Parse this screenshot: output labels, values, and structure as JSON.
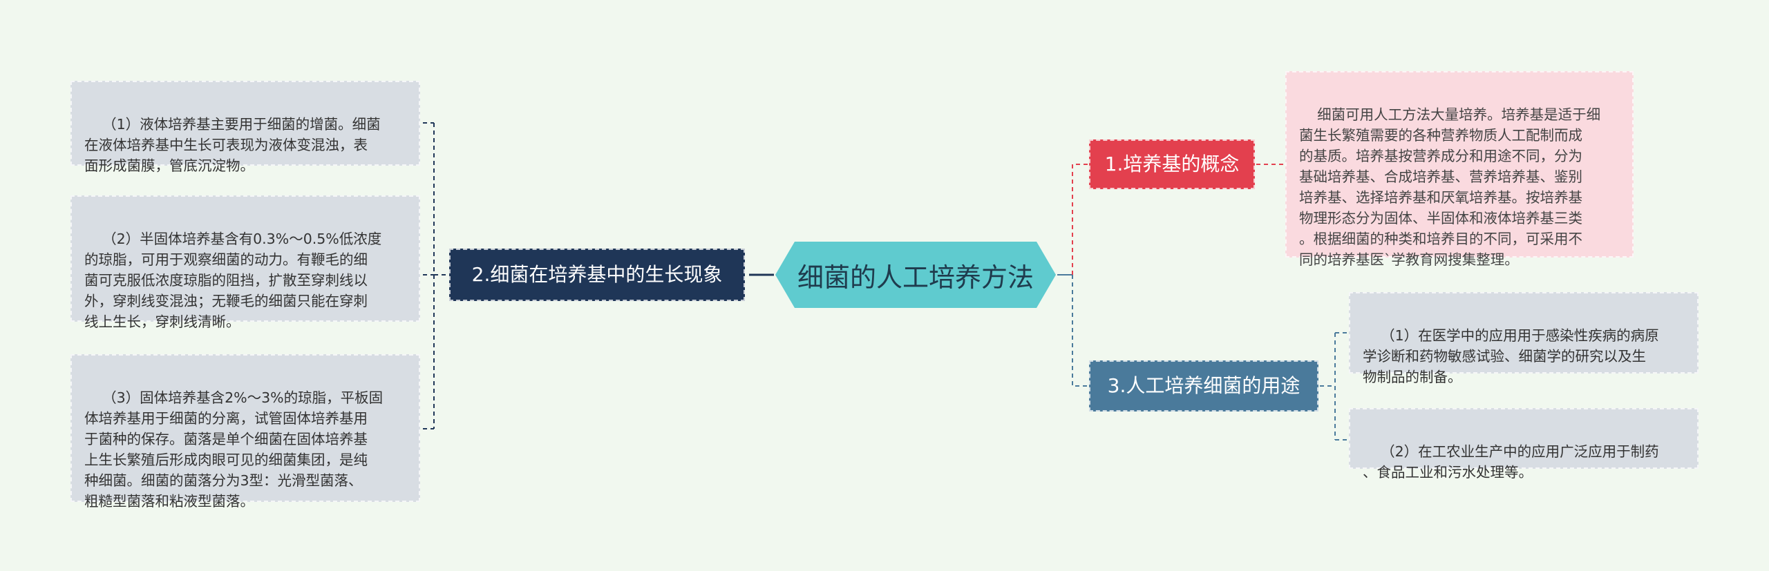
{
  "colors": {
    "background": "#f1f8ef",
    "center": "#5fcbcf",
    "branch_left": "#1f3657",
    "branch_concept": "#e3404e",
    "branch_uses": "#4a7a9b",
    "leaf_gray": "#d8dde3",
    "leaf_pink": "#fadadf"
  },
  "center": {
    "label": "细菌的人工培养方法"
  },
  "left": {
    "branch": {
      "label": "2.细菌在培养基中的生长现象"
    },
    "leaves": [
      {
        "text": "（1）液体培养基主要用于细菌的增菌。细菌\n在液体培养基中生长可表现为液体变混浊，表\n面形成菌膜，管底沉淀物。"
      },
      {
        "text": "（2）半固体培养基含有0.3%～0.5%低浓度\n的琼脂，可用于观察细菌的动力。有鞭毛的细\n菌可克服低浓度琼脂的阻挡，扩散至穿刺线以\n外，穿刺线变混浊；无鞭毛的细菌只能在穿刺\n线上生长，穿刺线清晰。"
      },
      {
        "text": "（3）固体培养基含2%～3%的琼脂，平板固\n体培养基用于细菌的分离，试管固体培养基用\n于菌种的保存。菌落是单个细菌在固体培养基\n上生长繁殖后形成肉眼可见的细菌集团，是纯\n种细菌。细菌的菌落分为3型：光滑型菌落、\n粗糙型菌落和粘液型菌落。"
      }
    ]
  },
  "right": {
    "concept": {
      "label": "1.培养基的概念",
      "leaf": "细菌可用人工方法大量培养。培养基是适于细\n菌生长繁殖需要的各种营养物质人工配制而成\n的基质。培养基按营养成分和用途不同，分为\n基础培养基、合成培养基、营养培养基、鉴别\n培养基、选择培养基和厌氧培养基。按培养基\n物理形态分为固体、半固体和液体培养基三类\n。根据细菌的种类和培养目的不同，可采用不\n同的培养基医`学教育网搜集整理。"
    },
    "uses": {
      "label": "3.人工培养细菌的用途",
      "leaves": [
        {
          "text": "（1）在医学中的应用用于感染性疾病的病原\n学诊断和药物敏感试验、细菌学的研究以及生\n物制品的制备。"
        },
        {
          "text": "（2）在工农业生产中的应用广泛应用于制药\n、食品工业和污水处理等。"
        }
      ]
    }
  }
}
